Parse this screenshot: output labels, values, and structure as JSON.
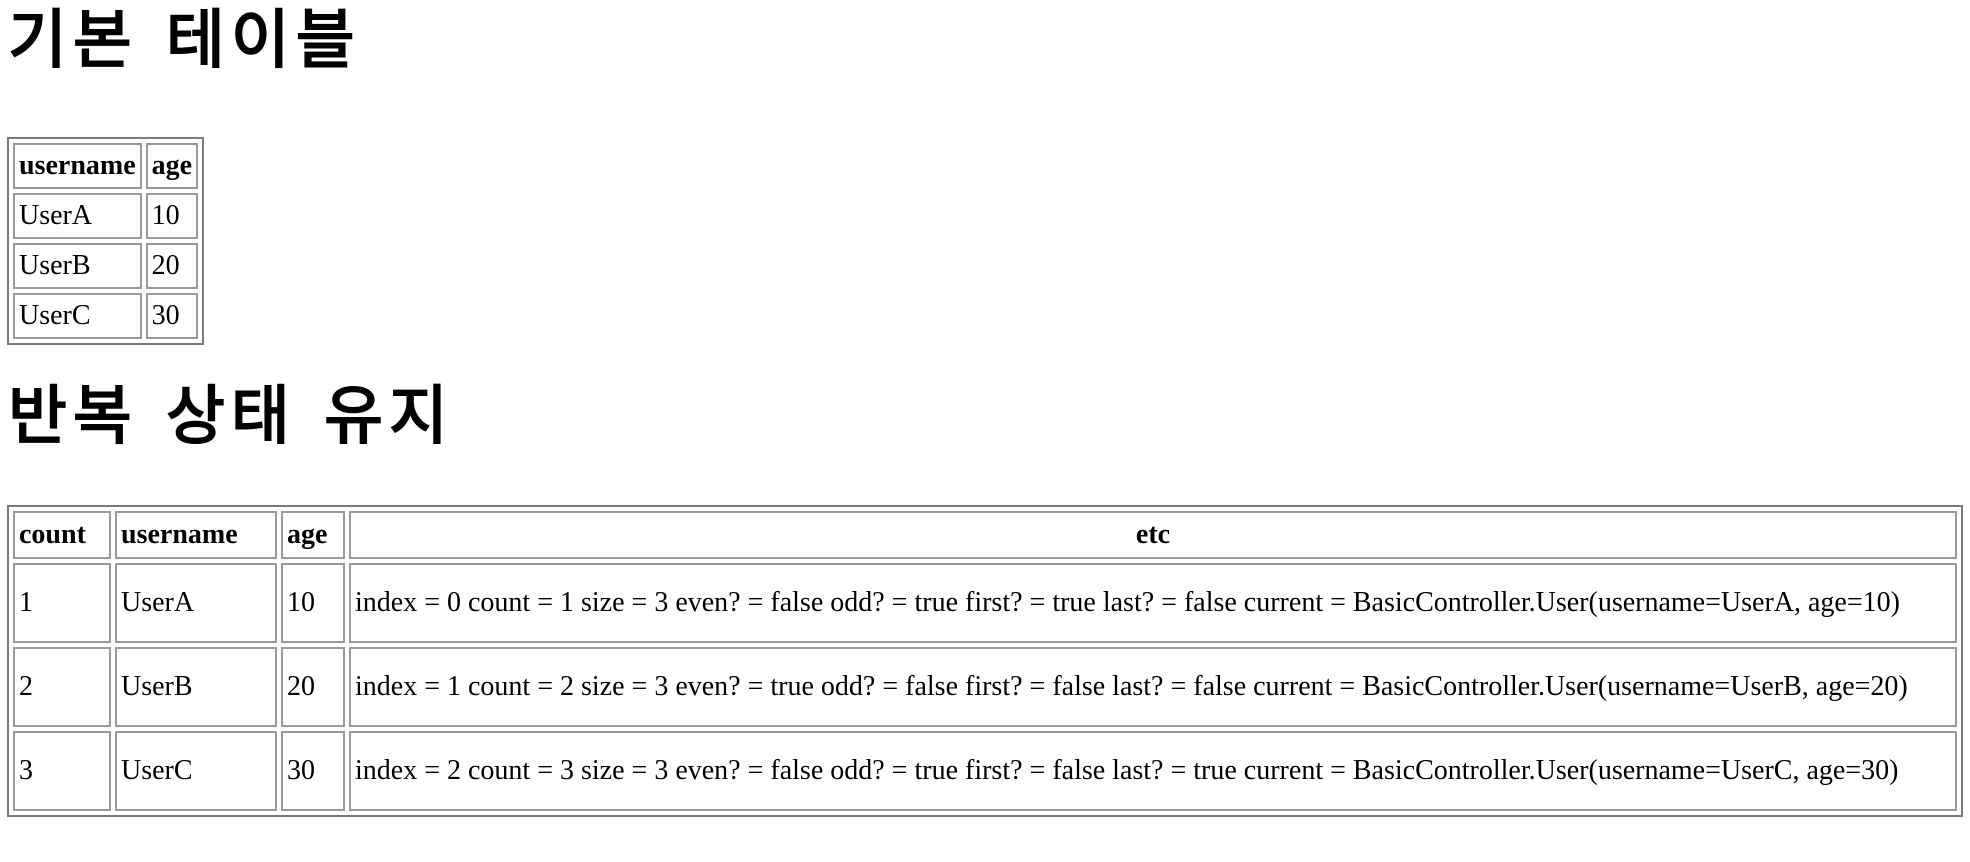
{
  "basic_section": {
    "title": "기본 테이블",
    "headers": [
      "username",
      "age"
    ],
    "rows": [
      {
        "username": "UserA",
        "age": "10"
      },
      {
        "username": "UserB",
        "age": "20"
      },
      {
        "username": "UserC",
        "age": "30"
      }
    ]
  },
  "iter_section": {
    "title": "반복 상태 유지",
    "headers": [
      "count",
      "username",
      "age",
      "etc"
    ],
    "rows": [
      {
        "count": "1",
        "username": "UserA",
        "age": "10",
        "etc": "index = 0 count = 1 size = 3 even? = false odd? = true first? = true last? = false current = BasicController.User(username=UserA, age=10)"
      },
      {
        "count": "2",
        "username": "UserB",
        "age": "20",
        "etc": "index = 1 count = 2 size = 3 even? = true odd? = false first? = false last? = false current = BasicController.User(username=UserB, age=20)"
      },
      {
        "count": "3",
        "username": "UserC",
        "age": "30",
        "etc": "index = 2 count = 3 size = 3 even? = false odd? = true first? = false last? = true current = BasicController.User(username=UserC, age=30)"
      }
    ]
  }
}
